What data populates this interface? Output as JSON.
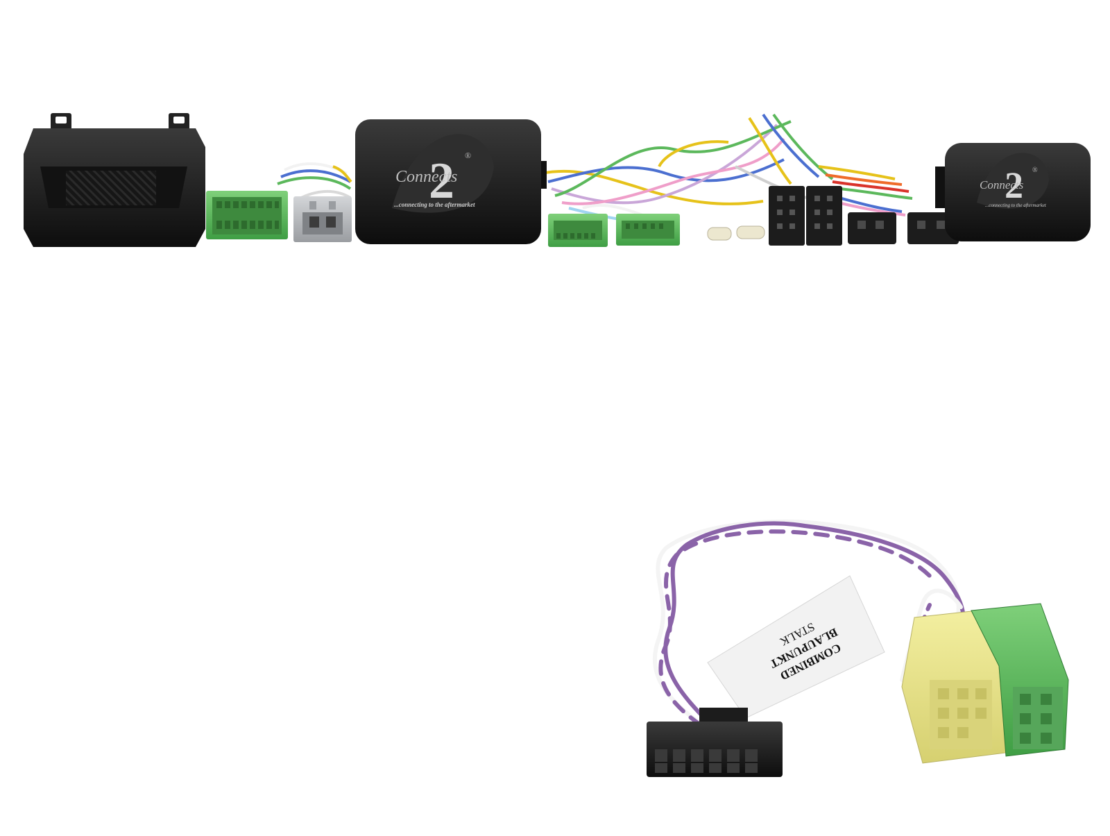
{
  "brand": {
    "logo_numeral": "2",
    "logo_word": "Connects",
    "registered_mark": "®",
    "tagline": "...connecting to the aftermarket"
  },
  "label": {
    "line1": "COMBINED",
    "line2": "BLAUPUNKT",
    "line3": "STALK"
  },
  "colors": {
    "module_body": "#1b1b1b",
    "connector_green": "#5cb85c",
    "connector_grey": "#b9bcc0",
    "connector_yellow": "#e8e48a",
    "wire_purple": "#8a63a8",
    "wire_white": "#f4f4f4"
  }
}
